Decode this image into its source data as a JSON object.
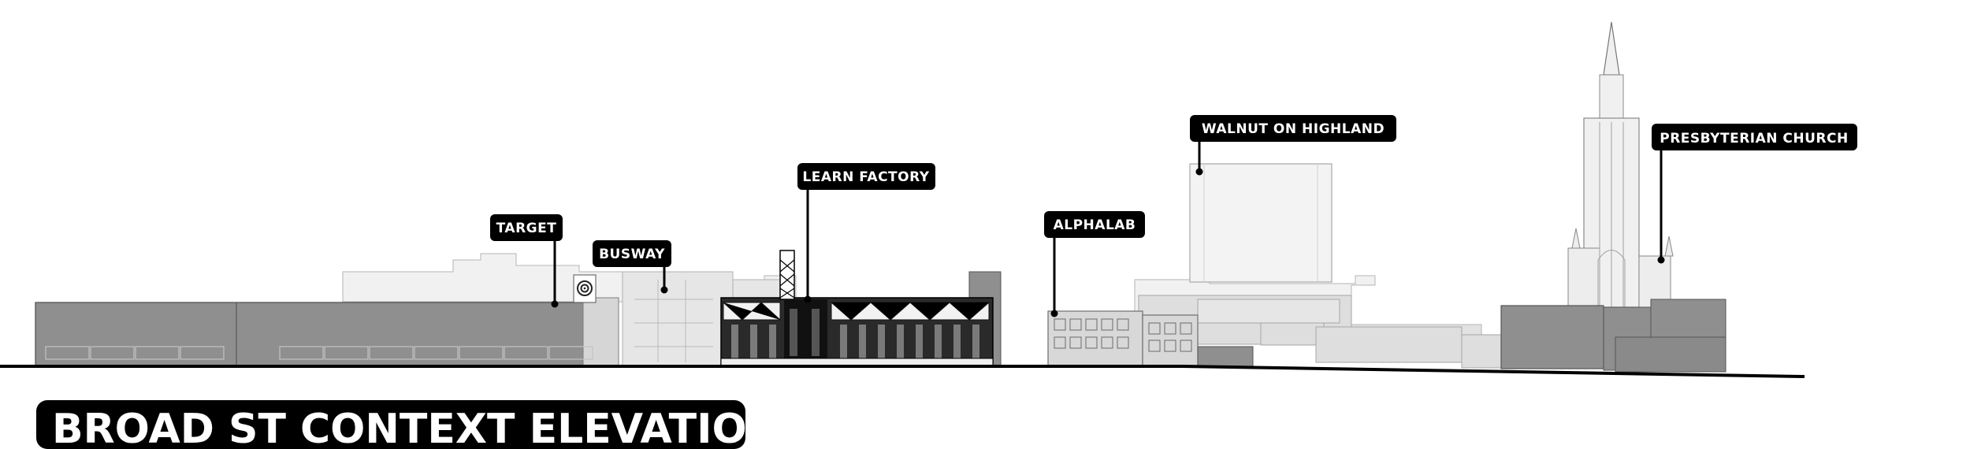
{
  "title": "BROAD ST CONTEXT ELEVATION",
  "labels": {
    "target": "TARGET",
    "busway": "BUSWAY",
    "learn_factory": "LEARN FACTORY",
    "alphalab": "ALPHALAB",
    "walnut_on_highland": "WALNUT ON HIGHLAND",
    "presbyterian_church": "PRESBYTERIAN CHURCH"
  },
  "colors": {
    "label_bg": "#000000",
    "label_text": "#ffffff",
    "dark_massing": "#8c8c8c",
    "mid_massing": "#c8c8c8",
    "light_massing": "#ececec"
  }
}
